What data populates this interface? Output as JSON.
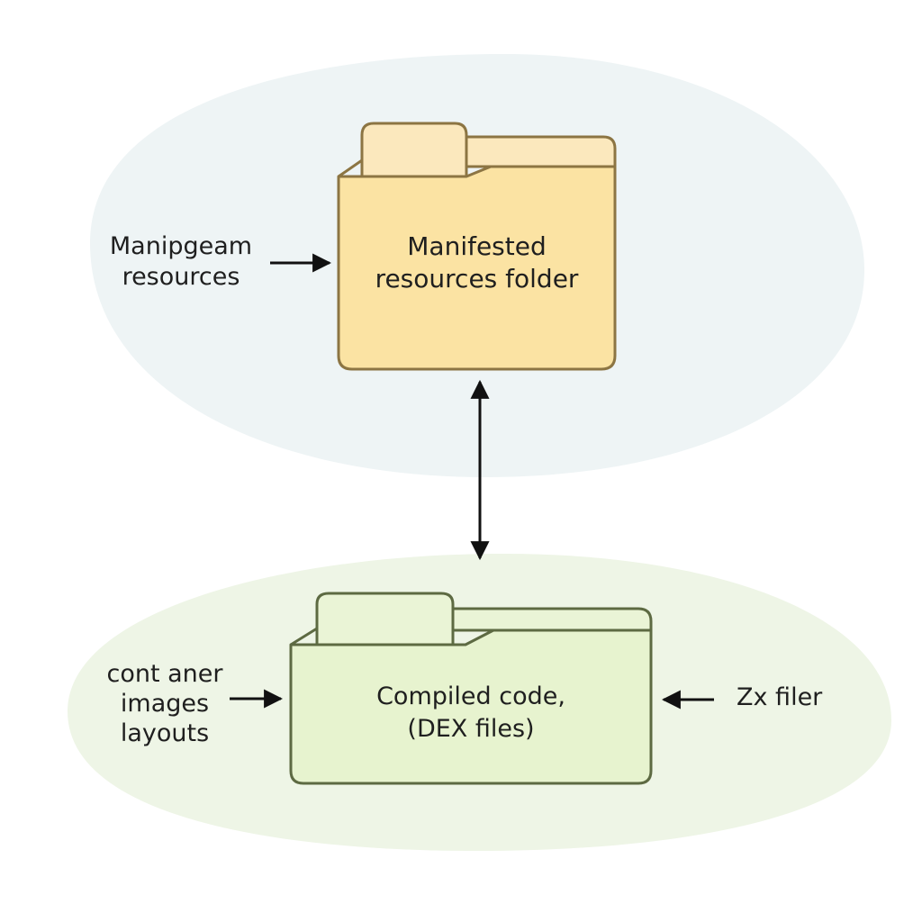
{
  "colors": {
    "top_region": "#eef4f5",
    "bottom_region": "#eef5e6",
    "top_folder_fill": "#fbe3a3",
    "top_folder_tab": "#fbe8bd",
    "top_folder_stroke": "#8c7543",
    "bottom_folder_fill": "#e7f3cf",
    "bottom_folder_tab": "#eaf4d6",
    "bottom_folder_stroke": "#5d6a42",
    "arrow": "#111111"
  },
  "top_folder": {
    "line1": "Manifested",
    "line2": "resources folder"
  },
  "bottom_folder": {
    "line1": "Compiled code,",
    "line2": "(DEX files)"
  },
  "left_top_label": {
    "line1": "Manipgeam",
    "line2": "resources"
  },
  "left_bottom_label": {
    "line1": "cont aner",
    "line2": "images",
    "line3": "layouts"
  },
  "right_bottom_label": {
    "line1": "Zx filer"
  }
}
